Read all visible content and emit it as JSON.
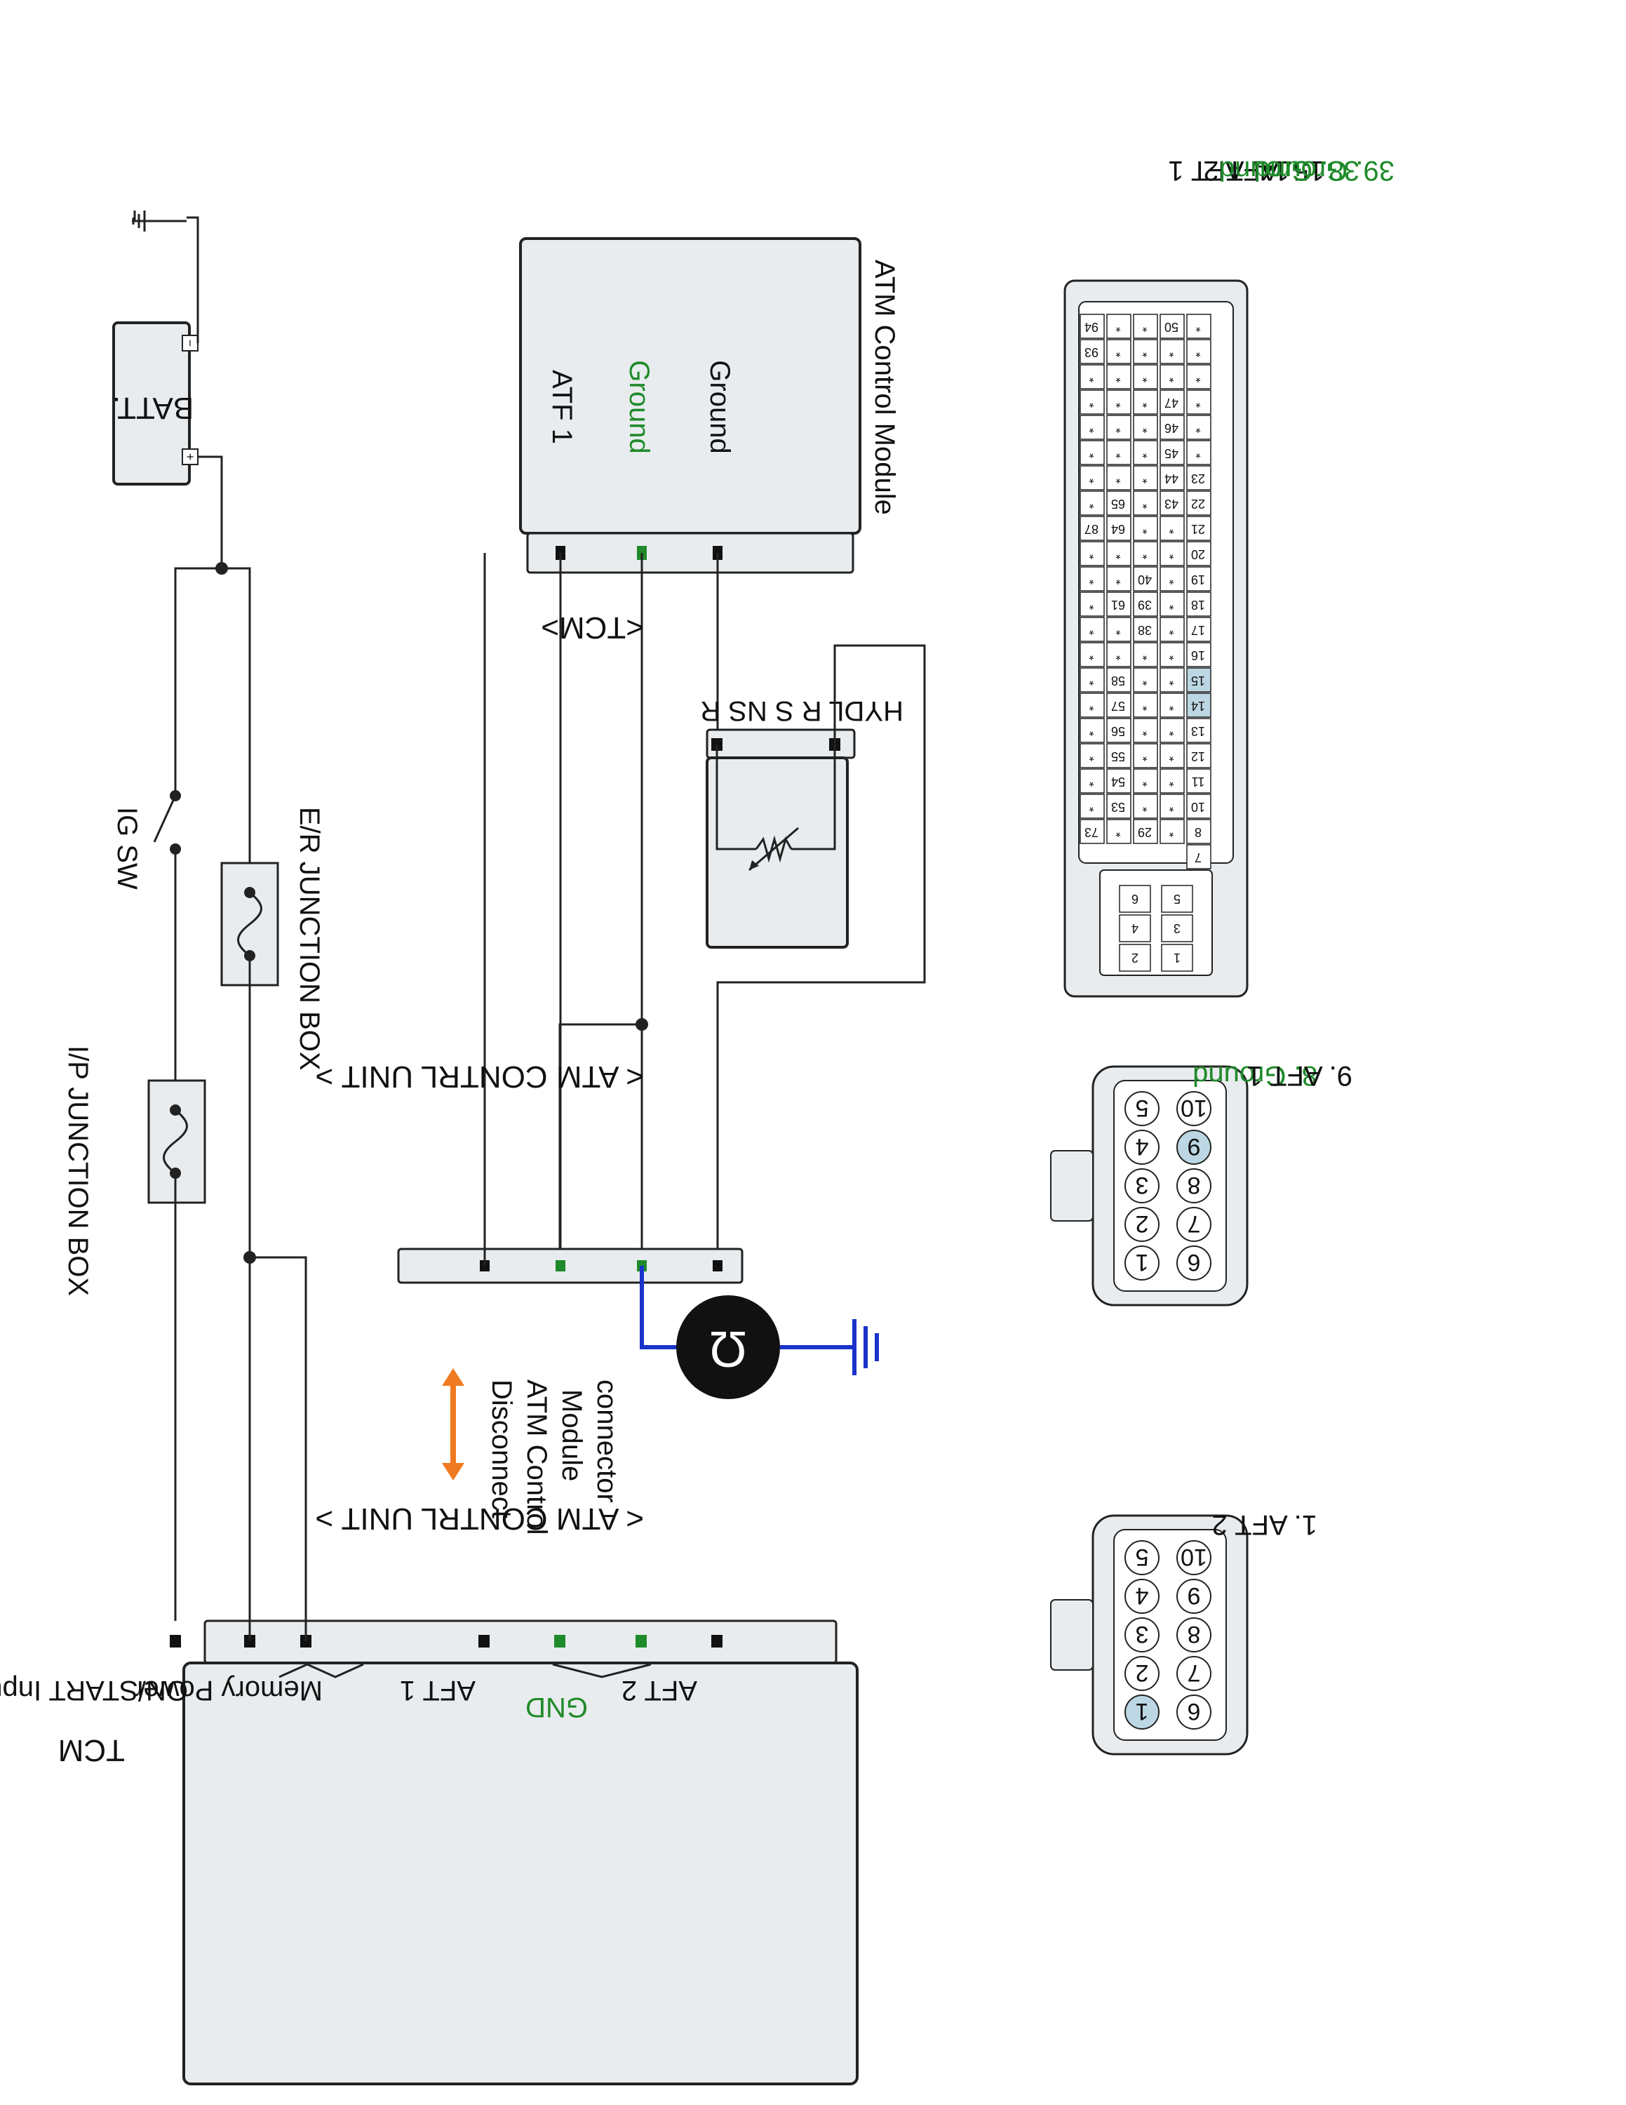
{
  "colors": {
    "component_fill": "#e8ecee",
    "ground_label": "#1f8a2a",
    "highlight_pin": "#bcd7e3",
    "disconnect_arrow": "#f07a22",
    "ground_wire": "#1a33cc"
  },
  "components": {
    "batt": "BATT.",
    "batt_minus": "−",
    "batt_plus": "+",
    "ig_sw": "IG SW",
    "er_junction": "E/R JUNCTION BOX",
    "ip_junction": "I/P JUNCTION BOX",
    "atm_module": {
      "title": "ATM Control Module",
      "pins": [
        "ATF 1",
        "Ground",
        "Ground"
      ]
    },
    "hydl": "HYDL R S NS R",
    "tcm_block": {
      "title": "TCM",
      "labels": {
        "on_start": "ON/START Input",
        "memory": "Memory Power",
        "aft1": "AFT 1",
        "gnd": "GND",
        "aft2": "AFT 2"
      }
    },
    "disconnect_note": [
      "Disconnect",
      "ATM Control",
      "Module",
      "connector"
    ],
    "meter_icon": "Ω"
  },
  "connectors": {
    "tcm": {
      "title": "<TCM>",
      "notes": [
        {
          "text": "14. AFT 1",
          "green": false
        },
        {
          "text": "15. AFT 2",
          "green": false
        },
        {
          "text": "38. Ground",
          "green": true
        },
        {
          "text": "39. Ground",
          "green": true
        }
      ],
      "top_row": [
        "94",
        "93",
        "*",
        "*",
        "*",
        "*",
        "*",
        "*",
        "87",
        "*",
        "*",
        "*",
        "*",
        "*",
        "*",
        "*",
        "*",
        "*",
        "*",
        "*",
        "73"
      ],
      "row2": [
        "*",
        "*",
        "*",
        "*",
        "*",
        "*",
        "*",
        "65",
        "64",
        "*",
        "*",
        "61",
        "*",
        "*",
        "58",
        "57",
        "56",
        "55",
        "54",
        "53",
        "*"
      ],
      "row3": [
        "*",
        "*",
        "*",
        "*",
        "*",
        "*",
        "*",
        "*",
        "*",
        "*",
        "40",
        "39",
        "38",
        "*",
        "*",
        "*",
        "*",
        "*",
        "*",
        "*",
        "29"
      ],
      "row4": [
        "50",
        "*",
        "*",
        "47",
        "46",
        "45",
        "44",
        "43",
        "*",
        "*",
        "*",
        "*",
        "*",
        "*",
        "*",
        "*",
        "*",
        "*",
        "*",
        "*",
        "*"
      ],
      "row5": [
        "*",
        "*",
        "*",
        "*",
        "*",
        "*",
        "23",
        "22",
        "21",
        "20",
        "19",
        "18",
        "17",
        "16",
        "15",
        "14",
        "13",
        "12",
        "11",
        "10",
        "8"
      ],
      "row5_extra": "7",
      "power_pins": [
        "6",
        "4",
        "2",
        "5",
        "3",
        "1"
      ]
    },
    "atm_unit_a": {
      "title": "< ATM CONTRL UNIT >",
      "top": [
        "5",
        "4",
        "3",
        "2",
        "1"
      ],
      "bottom": [
        "10",
        "9",
        "8",
        "7",
        "6"
      ],
      "notes": [
        {
          "text": "8. Ground",
          "green": true
        },
        {
          "text": "9. AFT 1",
          "green": false
        }
      ]
    },
    "atm_unit_b": {
      "title": "< ATM CONTRL UNIT >",
      "top": [
        "5",
        "4",
        "3",
        "2",
        "1"
      ],
      "bottom": [
        "10",
        "9",
        "8",
        "7",
        "6"
      ],
      "notes": [
        {
          "text": "1. AFT 2",
          "green": false
        }
      ]
    }
  }
}
